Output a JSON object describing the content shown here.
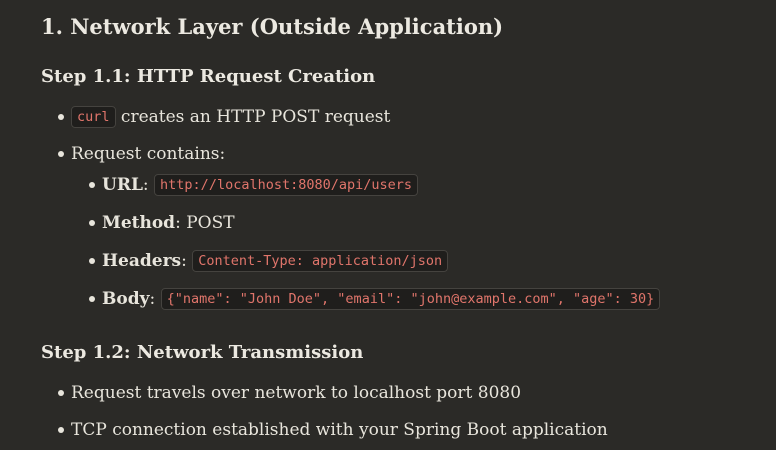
{
  "heading": "1. Network Layer (Outside Application)",
  "step1": {
    "title": "Step 1.1: HTTP Request Creation",
    "item1_code": "curl",
    "item1_text": " creates an HTTP POST request",
    "item2_text": "Request contains:",
    "sub": {
      "url_label": "URL",
      "url_sep": ": ",
      "url_code": "http://localhost:8080/api/users",
      "method_label": "Method",
      "method_text": ": POST",
      "headers_label": "Headers",
      "headers_sep": ": ",
      "headers_code": "Content-Type: application/json",
      "body_label": "Body",
      "body_sep": ": ",
      "body_code": "{\"name\": \"John Doe\", \"email\": \"john@example.com\", \"age\": 30}"
    }
  },
  "step2": {
    "title": "Step 1.2: Network Transmission",
    "item1_text": "Request travels over network to localhost port 8080",
    "item2_text": "TCP connection established with your Spring Boot application"
  }
}
